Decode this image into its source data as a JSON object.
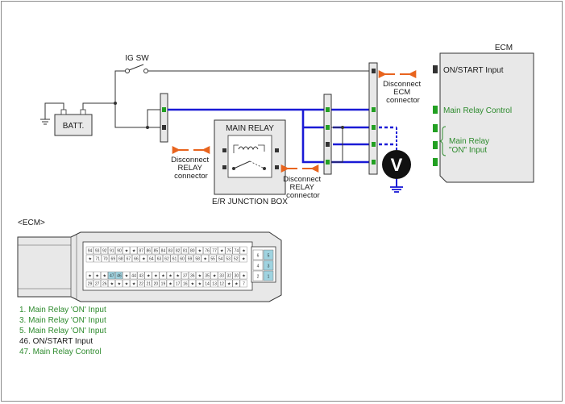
{
  "labels": {
    "ig_sw": "IG SW",
    "batt": "BATT.",
    "main_relay": "MAIN RELAY",
    "junction_box": "E/R JUNCTION BOX",
    "ecm_title": "ECM",
    "on_start_input": "ON/START Input",
    "main_relay_control": "Main Relay Control",
    "main_relay_on_input_1": "Main Relay",
    "main_relay_on_input_2": "\"ON\" Input",
    "disconnect_relay_left": [
      "Disconnect",
      "RELAY",
      "connector"
    ],
    "disconnect_relay_right": [
      "Disconnect",
      "RELAY",
      "connector"
    ],
    "disconnect_ecm": [
      "Disconnect",
      "ECM",
      "connector"
    ],
    "voltmeter": "V",
    "ecm_connector_title": "<ECM>"
  },
  "connector_pins": {
    "row1": [
      "94",
      "93",
      "92",
      "91",
      "90",
      "★",
      "★",
      "87",
      "86",
      "85",
      "84",
      "83",
      "82",
      "81",
      "80",
      "★",
      "76",
      "77",
      "★",
      "75",
      "74",
      "★"
    ],
    "row2": [
      "★",
      "71",
      "70",
      "69",
      "68",
      "67",
      "66",
      "★",
      "64",
      "63",
      "62",
      "61",
      "60",
      "59",
      "58",
      "★",
      "55",
      "54",
      "53",
      "52",
      "★"
    ],
    "row3": [
      "★",
      "★",
      "★",
      "47",
      "46",
      "★",
      "44",
      "43",
      "★",
      "★",
      "★",
      "★",
      "★",
      "37",
      "36",
      "★",
      "35",
      "★",
      "33",
      "32",
      "30",
      "★"
    ],
    "row4": [
      "29",
      "27",
      "26",
      "★",
      "★",
      "★",
      "★",
      "22",
      "21",
      "20",
      "19",
      "★",
      "17",
      "16",
      "★",
      "★",
      "14",
      "13",
      "12",
      "★",
      "★",
      "7"
    ],
    "side": [
      "6",
      "5",
      "4",
      "3",
      "2",
      "1"
    ]
  },
  "legend": [
    {
      "text": "1. Main Relay 'ON' Input",
      "color": "#2e8b2e"
    },
    {
      "text": "3. Main Relay 'ON' Input",
      "color": "#2e8b2e"
    },
    {
      "text": "5. Main Relay 'ON' Input",
      "color": "#2e8b2e"
    },
    {
      "text": "46. ON/START Input",
      "color": "#1a1a1a"
    },
    {
      "text": "47. Main Relay Control",
      "color": "#2e8b2e"
    }
  ],
  "colors": {
    "measured_wire": "#1a1ad6",
    "arrow": "#e8641e",
    "pin_terminal": "#22a022",
    "connector_fill": "#e8e8e8",
    "highlight_pin": "#9fd3e0"
  }
}
